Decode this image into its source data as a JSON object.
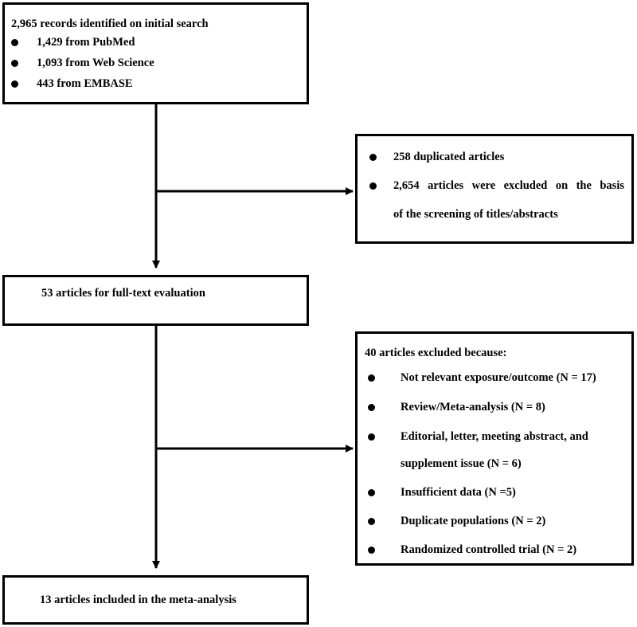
{
  "records_box": {
    "title": "2,965 records identified on initial search",
    "items": [
      "1,429 from PubMed",
      "1,093 from Web Science",
      "443 from EMBASE"
    ]
  },
  "screen_exclusion_box": {
    "item1": "258 duplicated articles",
    "item2_line1": "2,654 articles were excluded on the basis",
    "item2_line2": "of the screening of titles/abstracts"
  },
  "fulltext_box": {
    "label": "53 articles for full-text evaluation"
  },
  "fulltext_exclusion_box": {
    "title": "40 articles excluded because:",
    "items": [
      "Not relevant exposure/outcome (N = 17)",
      "Review/Meta-analysis (N = 8)",
      "Editorial, letter, meeting abstract, and",
      "supplement issue (N = 6)",
      "Insufficient data (N =5)",
      "Duplicate populations (N = 2)",
      "Randomized controlled trial (N = 2)"
    ]
  },
  "included_box": {
    "label": "13 articles included in the meta-analysis"
  }
}
